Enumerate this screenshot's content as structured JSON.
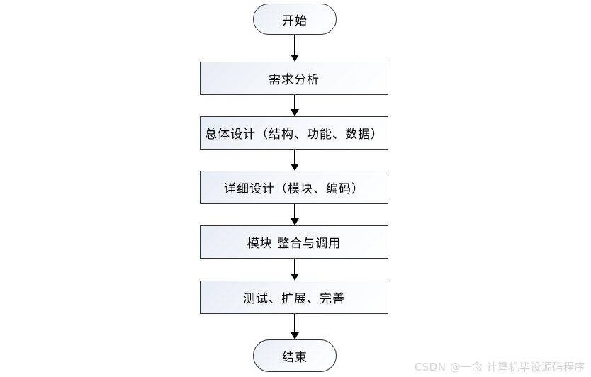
{
  "flowchart": {
    "nodes": [
      {
        "id": "start",
        "type": "terminator",
        "label": "开始"
      },
      {
        "id": "requirements-analysis",
        "type": "process",
        "label": "需求分析"
      },
      {
        "id": "overall-design",
        "type": "process",
        "label": "总体设计（结构、功能、数据）"
      },
      {
        "id": "detailed-design",
        "type": "process",
        "label": "详细设计（模块、编码）"
      },
      {
        "id": "module-integration",
        "type": "process",
        "label": "模块 整合与调用"
      },
      {
        "id": "testing",
        "type": "process",
        "label": "测试、扩展、完善"
      },
      {
        "id": "end",
        "type": "terminator",
        "label": "结束"
      }
    ],
    "edges": [
      {
        "from": "start",
        "to": "requirements-analysis"
      },
      {
        "from": "requirements-analysis",
        "to": "overall-design"
      },
      {
        "from": "overall-design",
        "to": "detailed-design"
      },
      {
        "from": "detailed-design",
        "to": "module-integration"
      },
      {
        "from": "module-integration",
        "to": "testing"
      },
      {
        "from": "testing",
        "to": "end"
      }
    ],
    "colors": {
      "node_border": "#333333",
      "node_fill_top": "#e7edf6",
      "node_fill_bottom": "#ffffff",
      "arrow": "#000000",
      "text": "#000000",
      "background": "#ffffff"
    }
  },
  "watermark": {
    "text": "CSDN @一念 计算机毕设源码程序"
  }
}
